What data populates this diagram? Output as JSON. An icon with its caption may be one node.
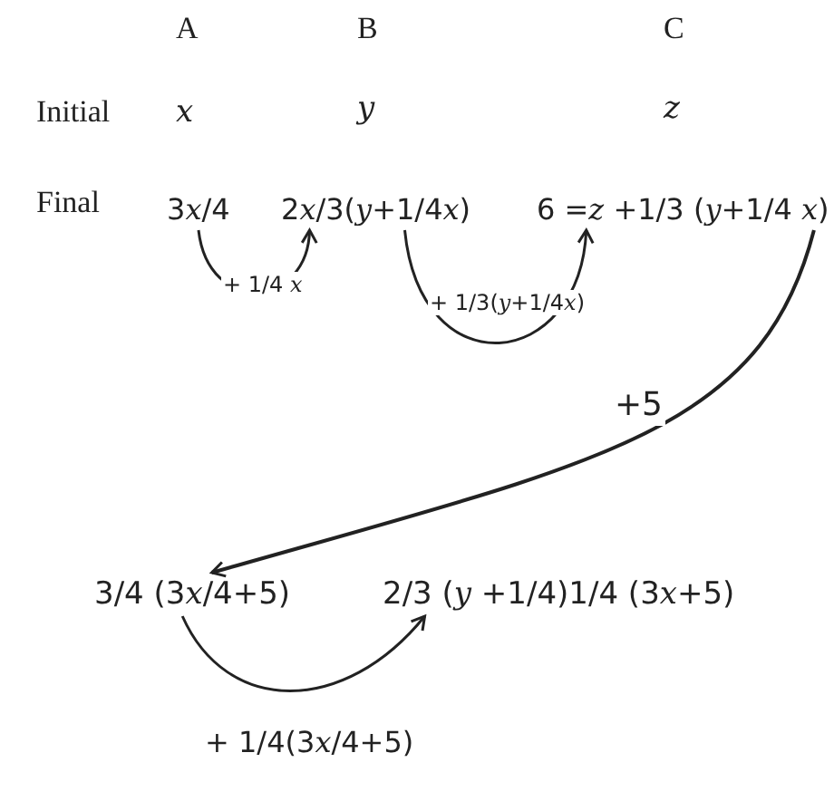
{
  "diagram": {
    "nodes": [
      {
        "text": [
          "3x/4"
        ]
      },
      {
        "text": [
          "2x/3(y+1/4x)"
        ]
      },
      {
        "text": [
          "6 =z +1/3 (y+1/4 x)"
        ]
      },
      {
        "text": [
          "3/4 (3x/4+5)"
        ]
      },
      {
        "text": [
          "2/3 (y +1/4)1/4 (3x+5)"
        ]
      }
    ],
    "edges": [
      {
        "from": 0,
        "to": 1,
        "arrow": "to",
        "label": "+ 1/4 x"
      },
      {
        "from": 1,
        "to": 2,
        "arrow": "to",
        "label": "+ 1/3(y+1/4x)"
      },
      {
        "from": 2,
        "to": 3,
        "arrow": "to",
        "label": "+5"
      },
      {
        "from": 3,
        "to": 4,
        "arrow": "to",
        "label": "+ 1/4(3x/4+5)"
      }
    ],
    "labels": [
      "A",
      "B",
      "C",
      "Initial",
      "x",
      "y",
      "z",
      "Final"
    ]
  }
}
